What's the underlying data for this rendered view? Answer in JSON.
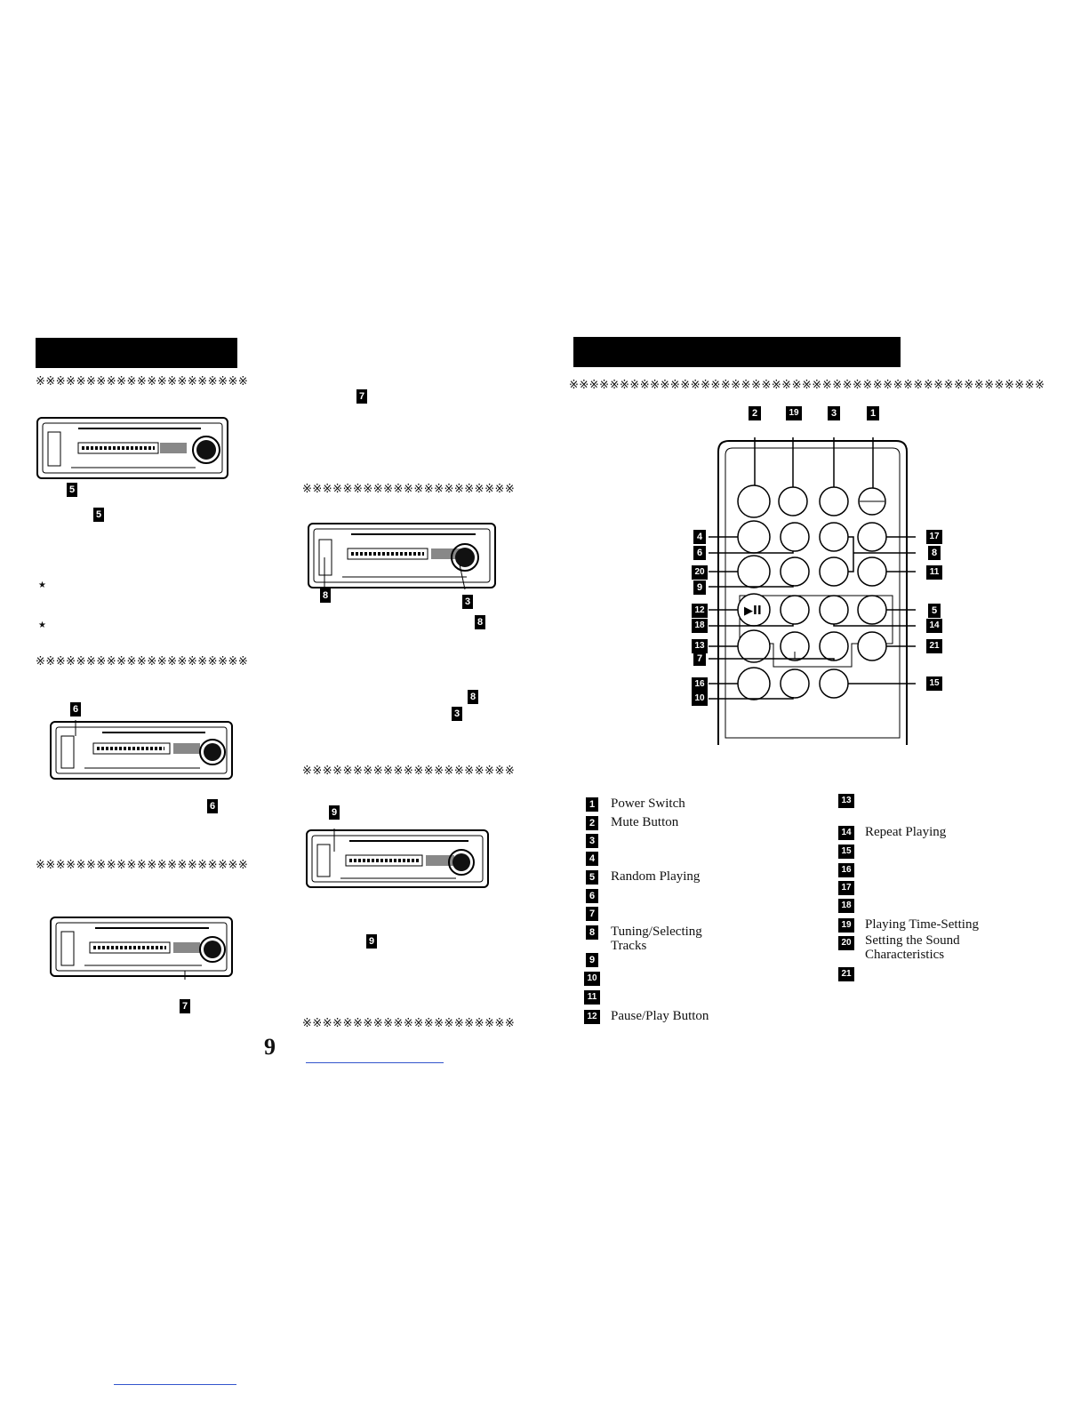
{
  "page": {
    "number": "9"
  },
  "left": {
    "markers": {
      "m5a": "5",
      "m5b": "5",
      "m6a": "6",
      "m6b": "6",
      "m7a": "7",
      "m7b": "7",
      "m8a": "8",
      "m8b": "8",
      "m8c": "8",
      "m3a": "3",
      "m3b": "3",
      "m9a": "9",
      "m9b": "9"
    },
    "stars_mark": "★",
    "separator": "※※※※※※※※※※※※※※※※※※※※※"
  },
  "right": {
    "separator": "※※※※※※※※※※※※※※※※※※※※※※※※※※※※※※※※※※※※※※※※※※※※※※※※",
    "callouts": [
      "2",
      "19",
      "3",
      "1",
      "4",
      "17",
      "6",
      "8",
      "20",
      "11",
      "9",
      "12",
      "5",
      "18",
      "14",
      "13",
      "21",
      "7",
      "16",
      "15",
      "10"
    ],
    "legend_left": [
      {
        "num": "1",
        "label": "Power Switch"
      },
      {
        "num": "2",
        "label": "Mute Button"
      },
      {
        "num": "3",
        "label": ""
      },
      {
        "num": "4",
        "label": ""
      },
      {
        "num": "5",
        "label": "Random Playing"
      },
      {
        "num": "6",
        "label": ""
      },
      {
        "num": "7",
        "label": ""
      },
      {
        "num": "8",
        "label": "Tuning/Selecting"
      },
      {
        "num": "9",
        "label": ""
      },
      {
        "num": "10",
        "label": ""
      },
      {
        "num": "11",
        "label": ""
      },
      {
        "num": "12",
        "label": "Pause/Play Button"
      }
    ],
    "legend_8_line2": "Tracks",
    "legend_right": [
      {
        "num": "13",
        "label": ""
      },
      {
        "num": "14",
        "label": "Repeat Playing"
      },
      {
        "num": "15",
        "label": ""
      },
      {
        "num": "16",
        "label": ""
      },
      {
        "num": "17",
        "label": ""
      },
      {
        "num": "18",
        "label": ""
      },
      {
        "num": "19",
        "label": "Playing Time-Setting"
      },
      {
        "num": "20",
        "label": "Setting the Sound"
      },
      {
        "num": "21",
        "label": ""
      }
    ],
    "legend_20_line2": "Characteristics",
    "play_pause_glyph": "▶II"
  }
}
